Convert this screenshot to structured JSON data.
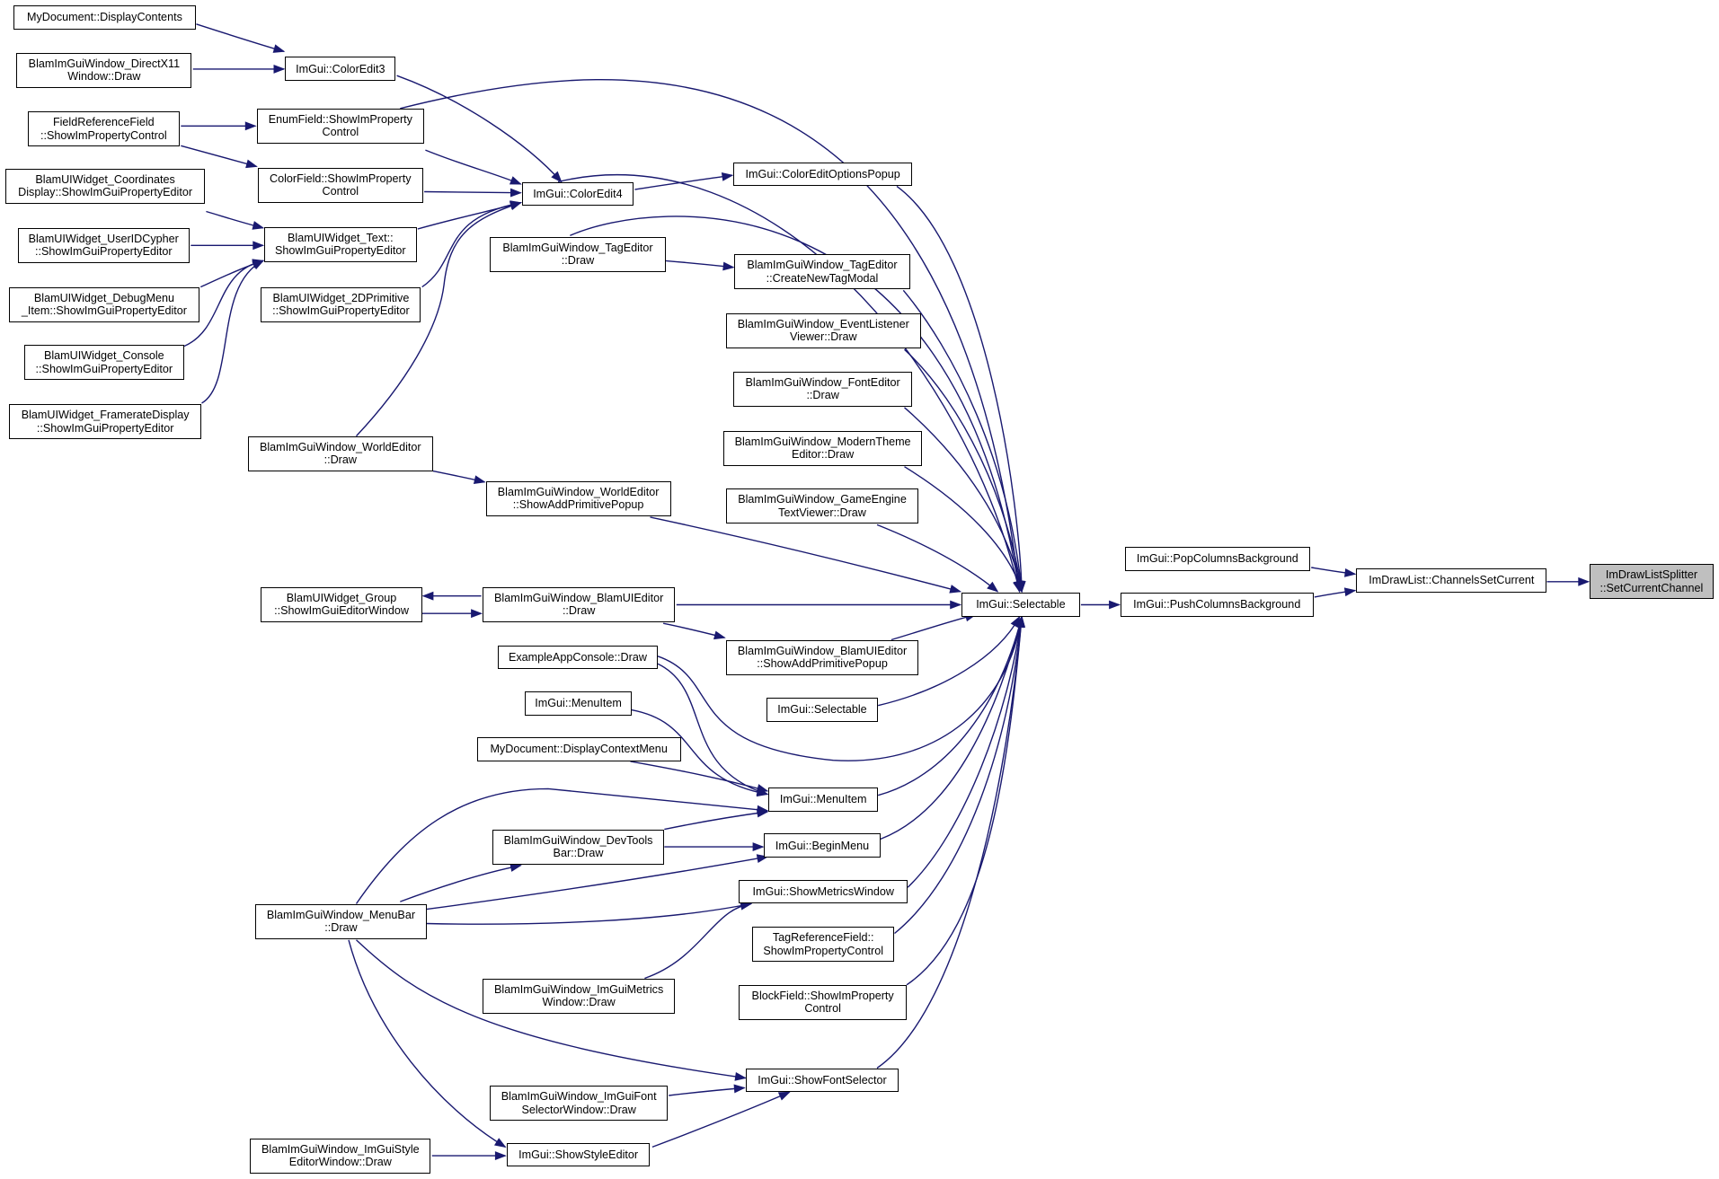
{
  "graph": {
    "nodes": [
      {
        "id": "root",
        "lines": [
          "ImDrawListSplitter",
          "::SetCurrentChannel"
        ],
        "root": true
      },
      {
        "id": "chset",
        "lines": [
          "ImDrawList::ChannelsSetCurrent"
        ]
      },
      {
        "id": "popcol",
        "lines": [
          "ImGui::PopColumnsBackground"
        ]
      },
      {
        "id": "pushcol",
        "lines": [
          "ImGui::PushColumnsBackground"
        ]
      },
      {
        "id": "sel",
        "lines": [
          "ImGui::Selectable"
        ]
      },
      {
        "id": "sel2",
        "lines": [
          "ImGui::Selectable"
        ]
      },
      {
        "id": "ce4",
        "lines": [
          "ImGui::ColorEdit4"
        ]
      },
      {
        "id": "ce3",
        "lines": [
          "ImGui::ColorEdit3"
        ]
      },
      {
        "id": "mydisp",
        "lines": [
          "MyDocument::DisplayContents"
        ]
      },
      {
        "id": "dx11",
        "lines": [
          "BlamImGuiWindow_DirectX11",
          "Window::Draw"
        ]
      },
      {
        "id": "enumf",
        "lines": [
          "EnumField::ShowImProperty",
          "Control"
        ]
      },
      {
        "id": "fieldref",
        "lines": [
          "FieldReferenceField",
          "::ShowImPropertyControl"
        ]
      },
      {
        "id": "colorf",
        "lines": [
          "ColorField::ShowImProperty",
          "Control"
        ]
      },
      {
        "id": "wtext",
        "lines": [
          "BlamUIWidget_Text::",
          "ShowImGuiPropertyEditor"
        ]
      },
      {
        "id": "coord",
        "lines": [
          "BlamUIWidget_Coordinates",
          "Display::ShowImGuiPropertyEditor"
        ]
      },
      {
        "id": "userid",
        "lines": [
          "BlamUIWidget_UserIDCypher",
          "::ShowImGuiPropertyEditor"
        ]
      },
      {
        "id": "debugmenu",
        "lines": [
          "BlamUIWidget_DebugMenu",
          "_Item::ShowImGuiPropertyEditor"
        ]
      },
      {
        "id": "console",
        "lines": [
          "BlamUIWidget_Console",
          "::ShowImGuiPropertyEditor"
        ]
      },
      {
        "id": "framerate",
        "lines": [
          "BlamUIWidget_FramerateDisplay",
          "::ShowImGuiPropertyEditor"
        ]
      },
      {
        "id": "w2d",
        "lines": [
          "BlamUIWidget_2DPrimitive",
          "::ShowImGuiPropertyEditor"
        ]
      },
      {
        "id": "worlded",
        "lines": [
          "BlamImGuiWindow_WorldEditor",
          "::Draw"
        ]
      },
      {
        "id": "worldadd",
        "lines": [
          "BlamImGuiWindow_WorldEditor",
          "::ShowAddPrimitivePopup"
        ]
      },
      {
        "id": "ceopt",
        "lines": [
          "ImGui::ColorEditOptionsPopup"
        ]
      },
      {
        "id": "taged",
        "lines": [
          "BlamImGuiWindow_TagEditor",
          "::Draw"
        ]
      },
      {
        "id": "tagnew",
        "lines": [
          "BlamImGuiWindow_TagEditor",
          "::CreateNewTagModal"
        ]
      },
      {
        "id": "eventl",
        "lines": [
          "BlamImGuiWindow_EventListener",
          "Viewer::Draw"
        ]
      },
      {
        "id": "fonted",
        "lines": [
          "BlamImGuiWindow_FontEditor",
          "::Draw"
        ]
      },
      {
        "id": "modern",
        "lines": [
          "BlamImGuiWindow_ModernTheme",
          "Editor::Draw"
        ]
      },
      {
        "id": "gametext",
        "lines": [
          "BlamImGuiWindow_GameEngine",
          "TextViewer::Draw"
        ]
      },
      {
        "id": "blamui",
        "lines": [
          "BlamImGuiWindow_BlamUIEditor",
          "::Draw"
        ]
      },
      {
        "id": "blamuiadd",
        "lines": [
          "BlamImGuiWindow_BlamUIEditor",
          "::ShowAddPrimitivePopup"
        ]
      },
      {
        "id": "group",
        "lines": [
          "BlamUIWidget_Group",
          "::ShowImGuiEditorWindow"
        ]
      },
      {
        "id": "exconsole",
        "lines": [
          "ExampleAppConsole::Draw"
        ]
      },
      {
        "id": "menuitemL",
        "lines": [
          "ImGui::MenuItem"
        ]
      },
      {
        "id": "myctx",
        "lines": [
          "MyDocument::DisplayContextMenu"
        ]
      },
      {
        "id": "menuitemR",
        "lines": [
          "ImGui::MenuItem"
        ]
      },
      {
        "id": "devtools",
        "lines": [
          "BlamImGuiWindow_DevTools",
          "Bar::Draw"
        ]
      },
      {
        "id": "beginmenu",
        "lines": [
          "ImGui::BeginMenu"
        ]
      },
      {
        "id": "menubar",
        "lines": [
          "BlamImGuiWindow_MenuBar",
          "::Draw"
        ]
      },
      {
        "id": "metrics",
        "lines": [
          "ImGui::ShowMetricsWindow"
        ]
      },
      {
        "id": "imguimetrics",
        "lines": [
          "BlamImGuiWindow_ImGuiMetrics",
          "Window::Draw"
        ]
      },
      {
        "id": "tagref",
        "lines": [
          "TagReferenceField::",
          "ShowImPropertyControl"
        ]
      },
      {
        "id": "blockf",
        "lines": [
          "BlockField::ShowImProperty",
          "Control"
        ]
      },
      {
        "id": "fontsel",
        "lines": [
          "ImGui::ShowFontSelector"
        ]
      },
      {
        "id": "fontselwin",
        "lines": [
          "BlamImGuiWindow_ImGuiFont",
          "SelectorWindow::Draw"
        ]
      },
      {
        "id": "styleed",
        "lines": [
          "ImGui::ShowStyleEditor"
        ]
      },
      {
        "id": "styleedwin",
        "lines": [
          "BlamImGuiWindow_ImGuiStyle",
          "EditorWindow::Draw"
        ]
      }
    ]
  }
}
